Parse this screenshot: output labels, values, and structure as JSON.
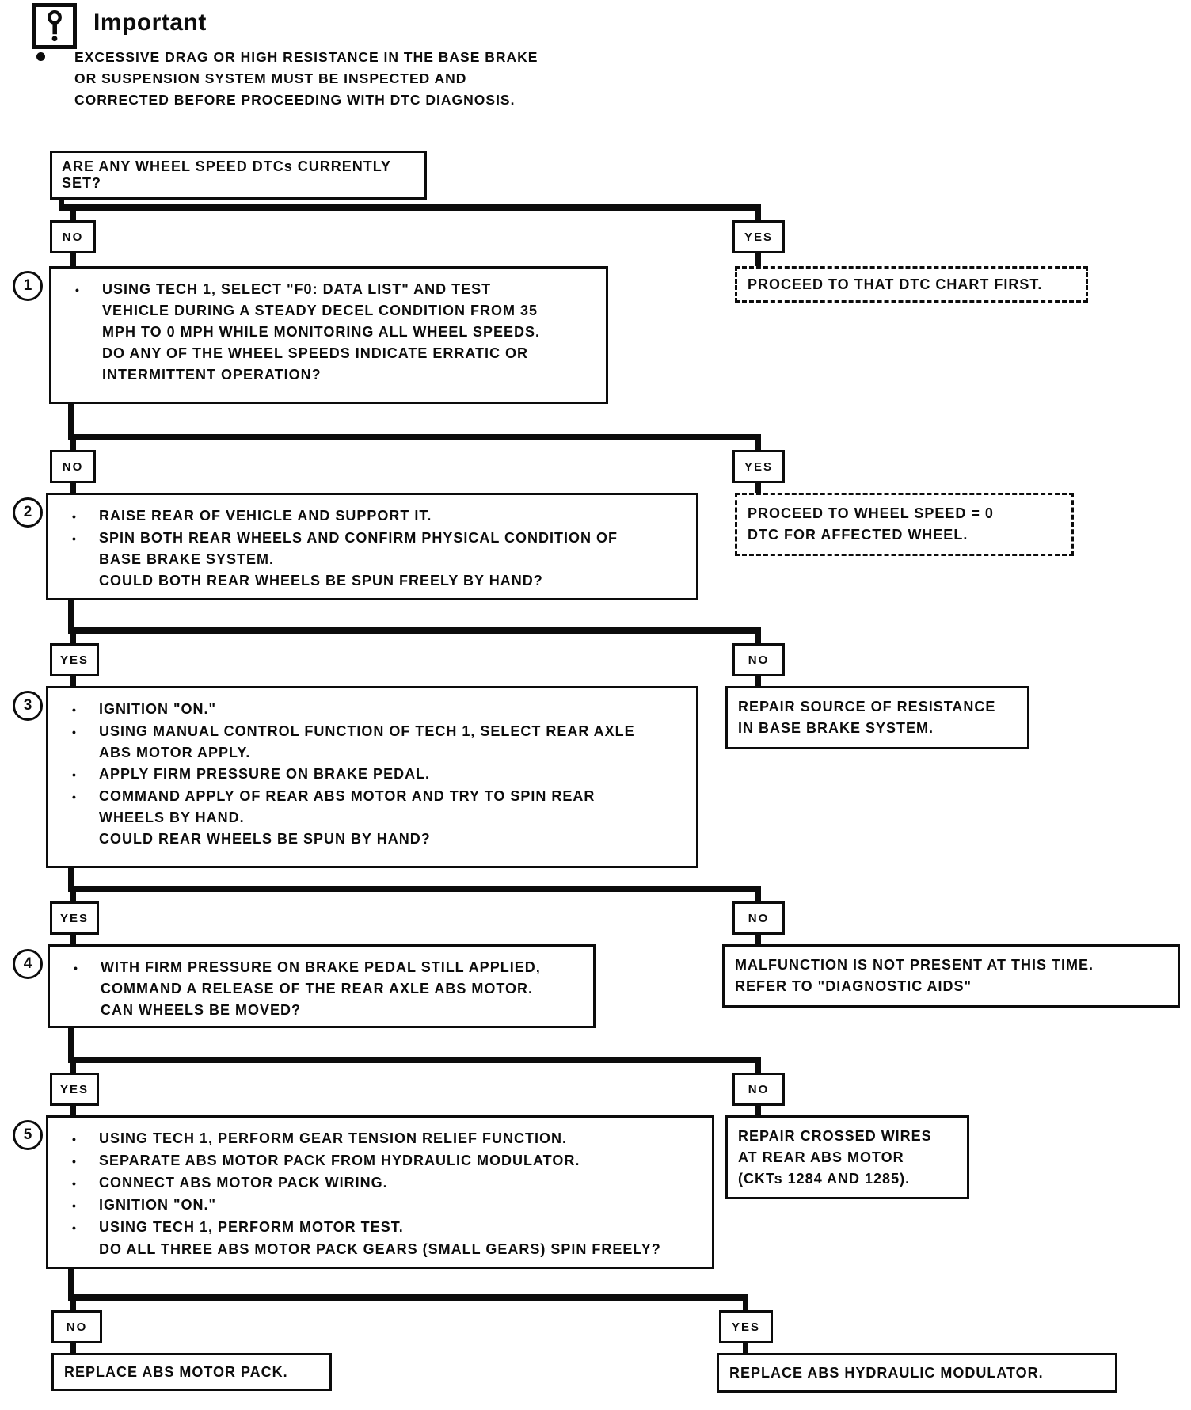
{
  "header": {
    "title": "Important",
    "icon": "important-exclamation-icon",
    "note": "EXCESSIVE DRAG OR HIGH RESISTANCE IN THE BASE BRAKE\nOR SUSPENSION SYSTEM MUST BE INSPECTED AND\nCORRECTED BEFORE PROCEEDING WITH DTC DIAGNOSIS."
  },
  "root_question": "ARE ANY WHEEL SPEED DTCs CURRENTLY SET?",
  "colors": {
    "ink": "#0c0c0c",
    "paper": "#ffffff"
  },
  "levels": [
    {
      "number": "1",
      "left_label": "NO",
      "right_label": "YES",
      "step": {
        "items": [
          {
            "marker": "•",
            "text": "USING TECH 1, SELECT \"F0: DATA LIST\" AND TEST\nVEHICLE DURING A STEADY DECEL CONDITION FROM 35\nMPH TO 0 MPH WHILE MONITORING ALL WHEEL SPEEDS.\nDO ANY OF THE WHEEL SPEEDS INDICATE ERRATIC OR\nINTERMITTENT OPERATION?"
          }
        ]
      },
      "outcome": {
        "style": "dashed",
        "text": "PROCEED TO THAT DTC CHART FIRST."
      }
    },
    {
      "number": "2",
      "left_label": "NO",
      "right_label": "YES",
      "step": {
        "items": [
          {
            "marker": "•",
            "text": "RAISE REAR OF VEHICLE AND SUPPORT IT."
          },
          {
            "marker": "•",
            "text": "SPIN BOTH REAR WHEELS AND CONFIRM PHYSICAL CONDITION OF\nBASE BRAKE SYSTEM."
          },
          {
            "marker": "",
            "text": "COULD BOTH REAR WHEELS BE SPUN FREELY BY HAND?"
          }
        ]
      },
      "outcome": {
        "style": "dashed",
        "text": "PROCEED TO WHEEL SPEED = 0\nDTC FOR AFFECTED WHEEL."
      }
    },
    {
      "number": "3",
      "left_label": "YES",
      "right_label": "NO",
      "step": {
        "items": [
          {
            "marker": "•",
            "text": "IGNITION \"ON.\""
          },
          {
            "marker": "•",
            "text": "USING MANUAL CONTROL FUNCTION OF TECH 1, SELECT REAR AXLE\nABS MOTOR APPLY."
          },
          {
            "marker": "•",
            "text": "APPLY FIRM PRESSURE ON BRAKE PEDAL."
          },
          {
            "marker": "•",
            "text": "COMMAND APPLY OF REAR ABS MOTOR AND TRY TO SPIN REAR\nWHEELS BY HAND."
          },
          {
            "marker": "",
            "text": "COULD REAR WHEELS BE SPUN BY HAND?"
          }
        ]
      },
      "outcome": {
        "style": "solid",
        "text": "REPAIR SOURCE OF RESISTANCE\nIN BASE BRAKE SYSTEM."
      }
    },
    {
      "number": "4",
      "left_label": "YES",
      "right_label": "NO",
      "step": {
        "items": [
          {
            "marker": "•",
            "text": "WITH FIRM PRESSURE ON BRAKE PEDAL STILL APPLIED,\nCOMMAND A RELEASE OF THE REAR AXLE ABS MOTOR.\nCAN WHEELS BE MOVED?"
          }
        ]
      },
      "outcome": {
        "style": "solid",
        "text": "MALFUNCTION IS NOT PRESENT AT THIS TIME.\nREFER TO \"DIAGNOSTIC AIDS\""
      }
    },
    {
      "number": "5",
      "left_label": "YES",
      "right_label": "NO",
      "step": {
        "items": [
          {
            "marker": "•",
            "text": "USING TECH 1, PERFORM GEAR TENSION RELIEF FUNCTION."
          },
          {
            "marker": "•",
            "text": "SEPARATE ABS MOTOR PACK FROM HYDRAULIC MODULATOR."
          },
          {
            "marker": "•",
            "text": "CONNECT ABS MOTOR PACK WIRING."
          },
          {
            "marker": "•",
            "text": "IGNITION \"ON.\""
          },
          {
            "marker": "•",
            "text": "USING TECH 1, PERFORM MOTOR TEST."
          },
          {
            "marker": "",
            "text": "DO ALL THREE ABS MOTOR PACK GEARS (SMALL GEARS) SPIN FREELY?"
          }
        ]
      },
      "outcome": {
        "style": "solid",
        "text": "REPAIR CROSSED WIRES\nAT REAR ABS MOTOR\n(CKTs 1284 AND 1285)."
      }
    },
    {
      "left_label": "NO",
      "right_label": "YES",
      "left_outcome": {
        "text": "REPLACE ABS MOTOR PACK."
      },
      "right_outcome": {
        "text": "REPLACE ABS HYDRAULIC MODULATOR."
      }
    }
  ]
}
